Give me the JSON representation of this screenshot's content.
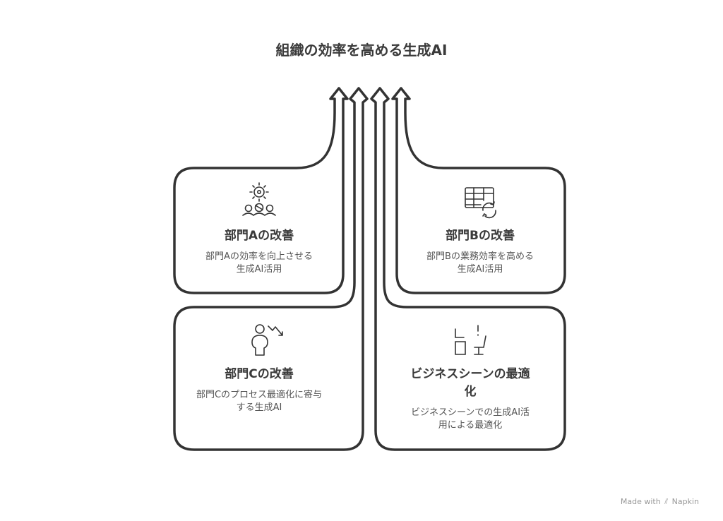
{
  "title": "組織の効率を高める生成AI",
  "cards": [
    {
      "id": "a",
      "title": "部門Aの改善",
      "desc_lines": [
        "部門Aの効率を向上させる",
        "生成AI活用"
      ],
      "icon": "team-gear-icon"
    },
    {
      "id": "b",
      "title": "部門Bの改善",
      "desc_lines": [
        "部門Bの業務効率を高める",
        "生成AI活用"
      ],
      "icon": "table-refresh-icon"
    },
    {
      "id": "c",
      "title": "部門Cの改善",
      "desc_lines": [
        "部門Cのプロセス最適化に寄与",
        "する生成AI"
      ],
      "icon": "person-trend-down-icon"
    },
    {
      "id": "d",
      "title_lines": [
        "ビジネスシーンの最適",
        "化"
      ],
      "desc_lines": [
        "ビジネスシーンでの生成AI活",
        "用による最適化"
      ],
      "icon": "desk-chair-alert-icon"
    }
  ],
  "footer": {
    "made_with": "Made with",
    "brand": "Napkin"
  },
  "colors": {
    "stroke": "#333333",
    "text": "#3a3a3a",
    "muted": "#555555"
  }
}
